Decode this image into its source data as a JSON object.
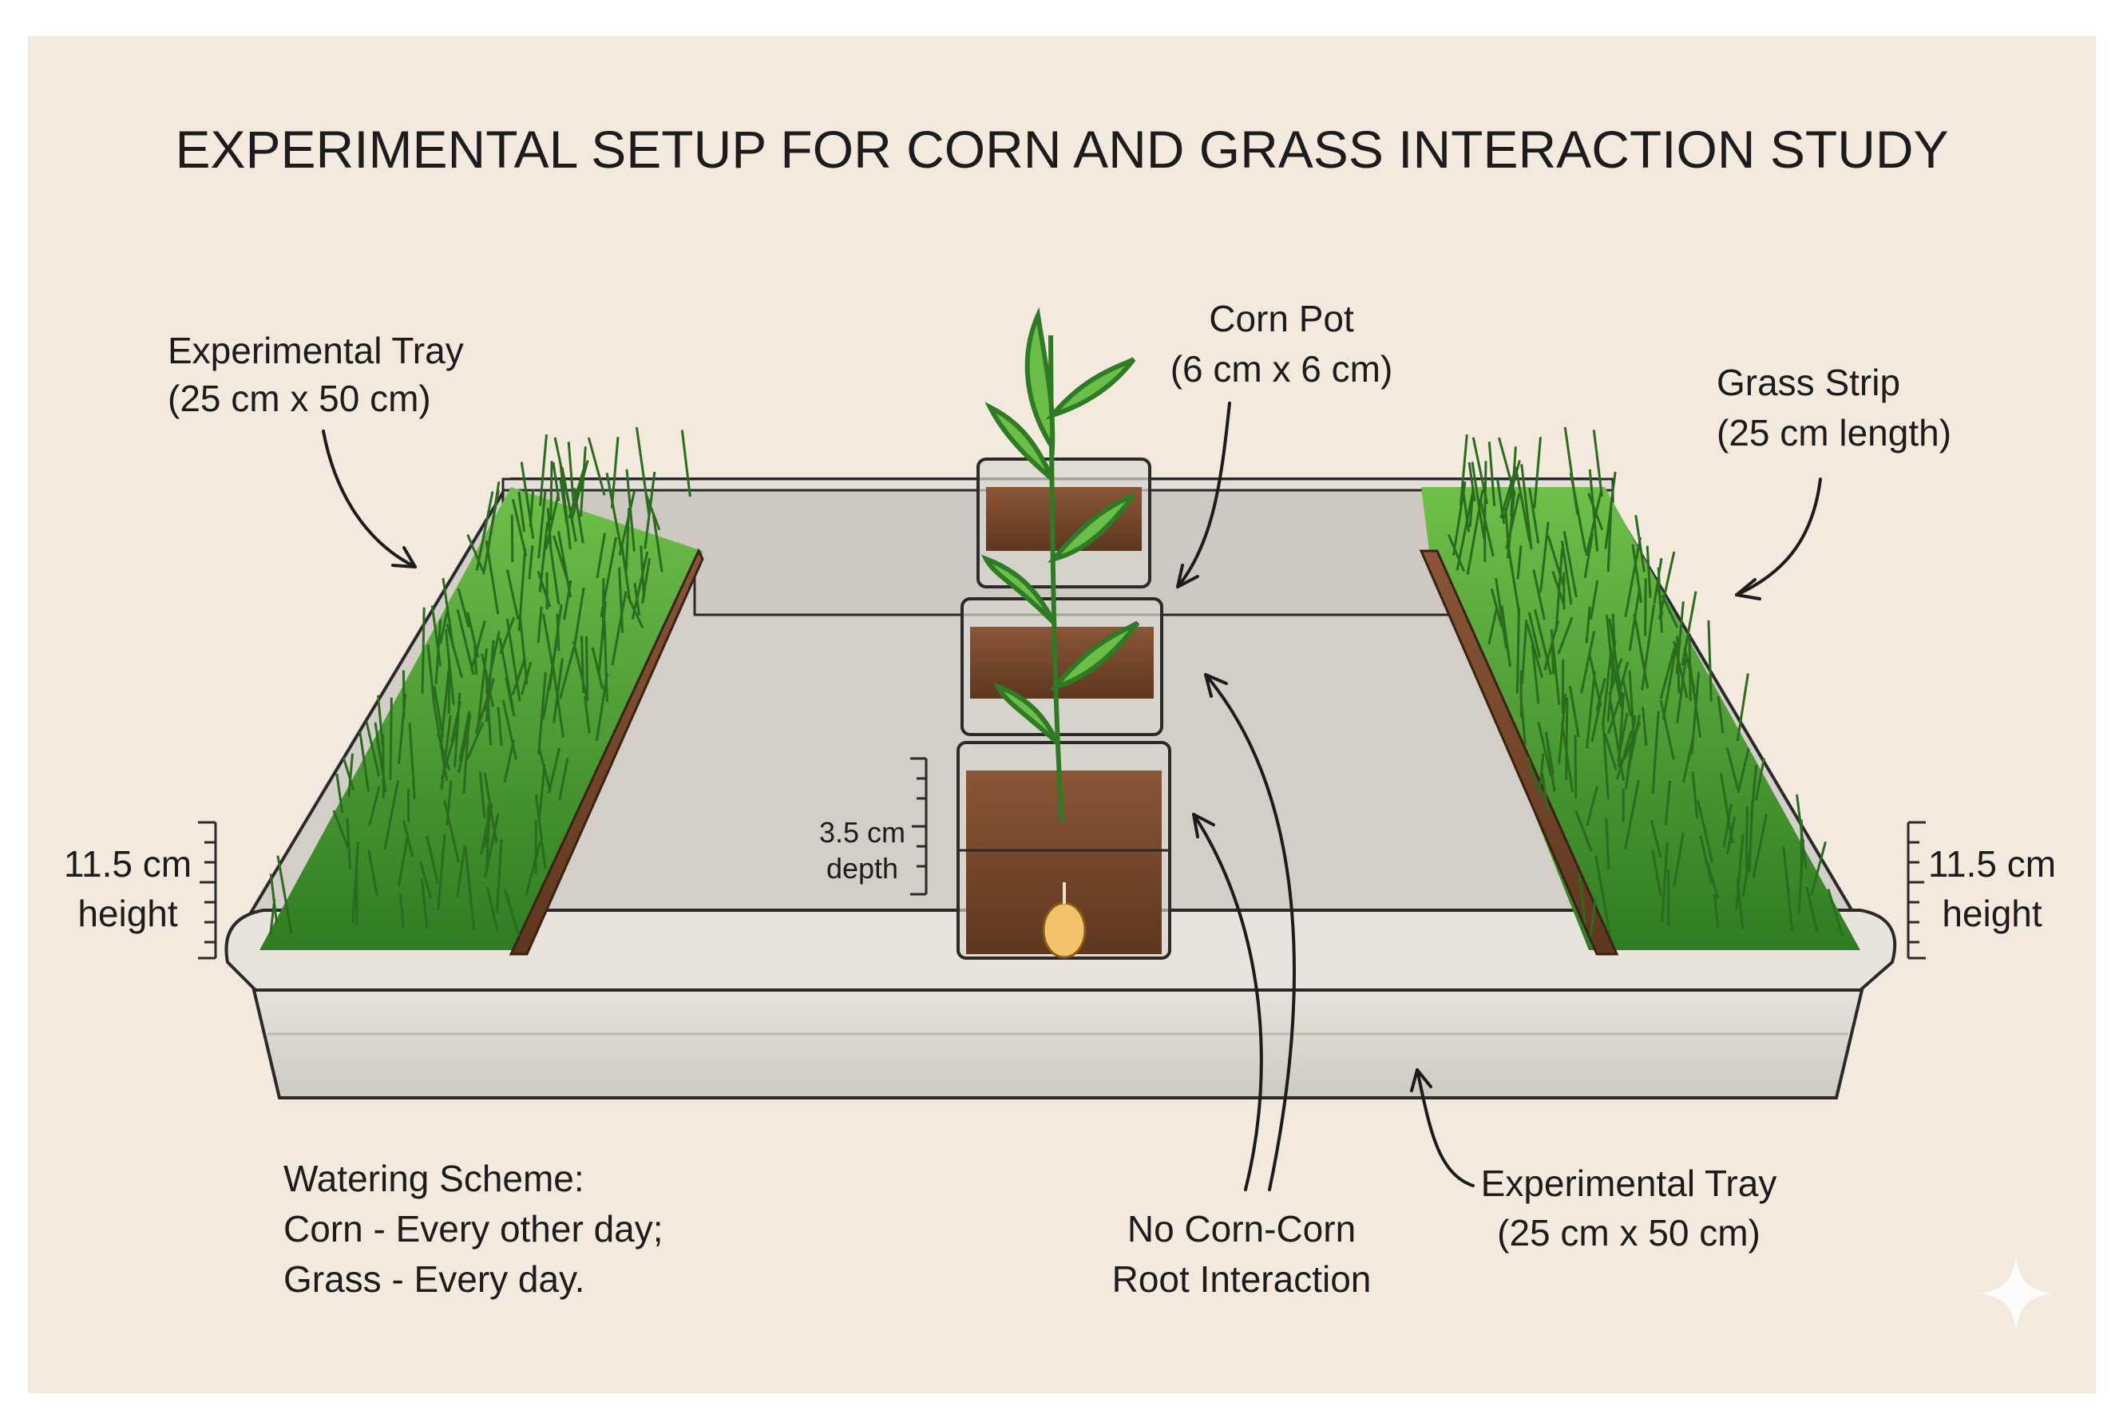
{
  "title": "EXPERIMENTAL SETUP FOR CORN AND GRASS INTERACTION STUDY",
  "labels": {
    "tray_top_left": [
      "Experimental Tray",
      "(25 cm x 50 cm)"
    ],
    "corn_pot": [
      "Corn Pot",
      "(6 cm x 6 cm)"
    ],
    "grass_strip": [
      "Grass Strip",
      "(25 cm length)"
    ],
    "height_left": [
      "11.5 cm",
      "height"
    ],
    "height_right": [
      "11.5 cm",
      "height"
    ],
    "depth": [
      "3.5 cm",
      "depth"
    ],
    "watering": [
      "Watering Scheme:",
      "Corn - Every other day;",
      "Grass - Every day."
    ],
    "no_root_interaction": [
      "No Corn-Corn",
      "Root Interaction"
    ],
    "tray_bottom_right": [
      "Experimental Tray",
      "(25 cm x 50 cm)"
    ]
  },
  "colors": {
    "background": "#f3e9dc",
    "tray": "#ddd9d2",
    "tray_floor": "#d2cec7",
    "soil": "#7a4a2e",
    "grass": "#3f8a2c",
    "grass_dark": "#2a6b1e",
    "ink": "#1c1c1c"
  },
  "icons": {
    "watermark": "sparkle-icon"
  }
}
